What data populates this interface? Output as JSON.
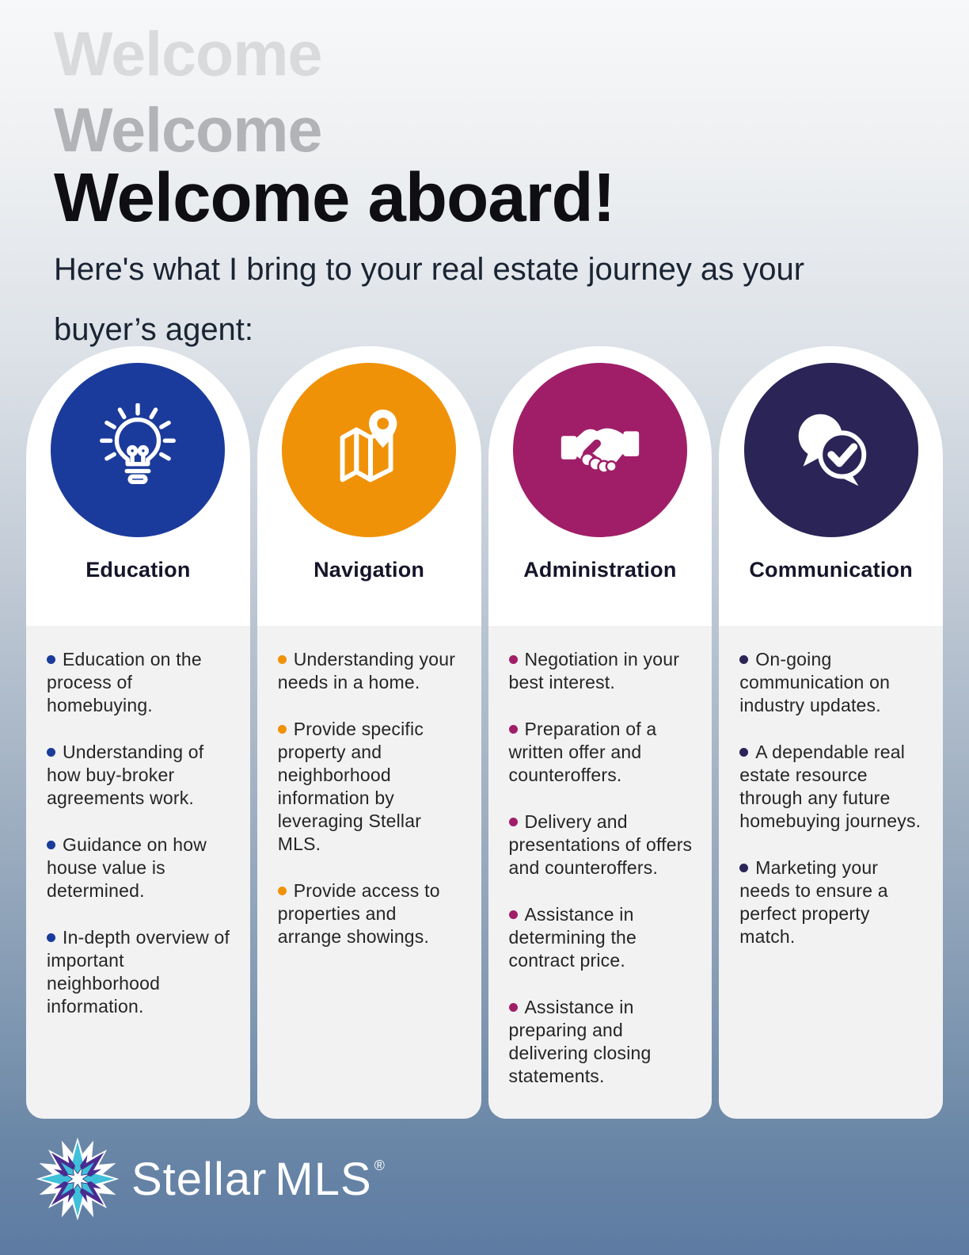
{
  "page": {
    "title_ghosts": [
      "Welcome",
      "Welcome"
    ],
    "title": "Welcome aboard!",
    "subtitle": "Here's what I bring to your real estate journey as your buyer’s agent:"
  },
  "columns": [
    {
      "title": "Education",
      "accent_color": "#1b3b9c",
      "icon": "lightbulb-icon",
      "bullets": [
        "Education on the process of homebuying.",
        "Understanding of how buy-broker agreements work.",
        "Guidance on how house value is determined.",
        "In-depth overview of important neighborhood information."
      ]
    },
    {
      "title": "Navigation",
      "accent_color": "#f09208",
      "icon": "map-pin-icon",
      "bullets": [
        "Understanding your needs in a home.",
        "Provide specific property and neighborhood information by leveraging Stellar MLS.",
        "Provide access to properties and arrange showings."
      ]
    },
    {
      "title": "Administration",
      "accent_color": "#a01e68",
      "icon": "handshake-icon",
      "bullets": [
        "Negotiation in your best interest.",
        "Preparation of a written offer and counteroffers.",
        "Delivery and presentations of offers and counteroffers.",
        "Assistance in determining the contract price.",
        "Assistance in preparing and delivering closing statements."
      ]
    },
    {
      "title": "Communication",
      "accent_color": "#2a2457",
      "icon": "chat-check-icon",
      "bullets": [
        "On-going communication on industry updates.",
        "A dependable real estate resource through any future homebuying journeys.",
        "Marketing your needs to ensure a perfect property match."
      ]
    }
  ],
  "footer": {
    "brand_primary": "Stellar",
    "brand_secondary": "MLS",
    "registered_mark": "®"
  }
}
